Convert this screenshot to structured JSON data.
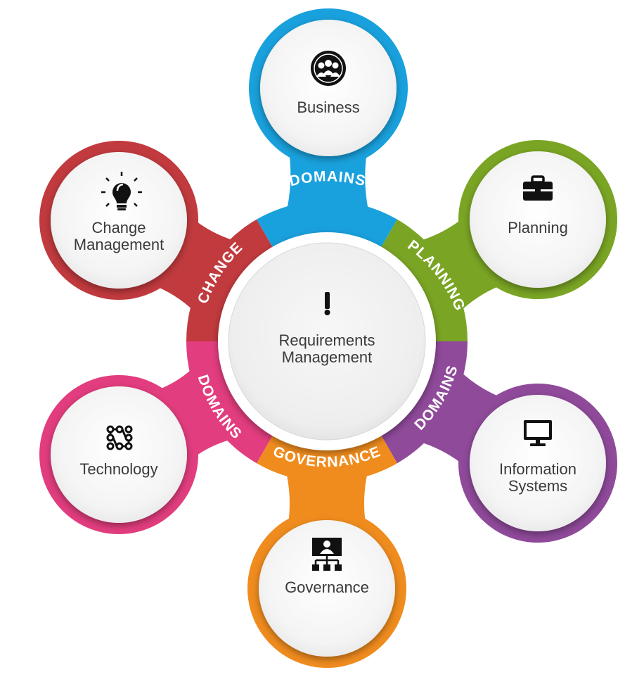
{
  "center": {
    "line1": "Requirements",
    "line2": "Management",
    "icon": "exclamation-icon"
  },
  "nodes": [
    {
      "id": "business",
      "line1": "Business",
      "line2": "",
      "icon": "team-globe-icon",
      "color": "#19a1dd"
    },
    {
      "id": "planning",
      "line1": "Planning",
      "line2": "",
      "icon": "briefcase-icon",
      "color": "#7aa524"
    },
    {
      "id": "information-systems",
      "line1": "Information",
      "line2": "Systems",
      "icon": "monitor-icon",
      "color": "#8f4a9a"
    },
    {
      "id": "governance",
      "line1": "Governance",
      "line2": "",
      "icon": "org-chart-presenter-icon",
      "color": "#f08c1e"
    },
    {
      "id": "technology",
      "line1": "Technology",
      "line2": "",
      "icon": "circuit-icon",
      "color": "#e23d7e"
    },
    {
      "id": "change-management",
      "line1": "Change",
      "line2": "Management",
      "icon": "lightbulb-icon",
      "color": "#c13a3e"
    }
  ],
  "ring_labels": [
    {
      "text": "DOMAINS",
      "sector": "business"
    },
    {
      "text": "PLANNING",
      "sector": "planning"
    },
    {
      "text": "DOMAINS",
      "sector": "information-systems"
    },
    {
      "text": "GOVERNANCE",
      "sector": "governance"
    },
    {
      "text": "DOMAINS",
      "sector": "technology"
    },
    {
      "text": "CHANGE",
      "sector": "change-management"
    }
  ]
}
